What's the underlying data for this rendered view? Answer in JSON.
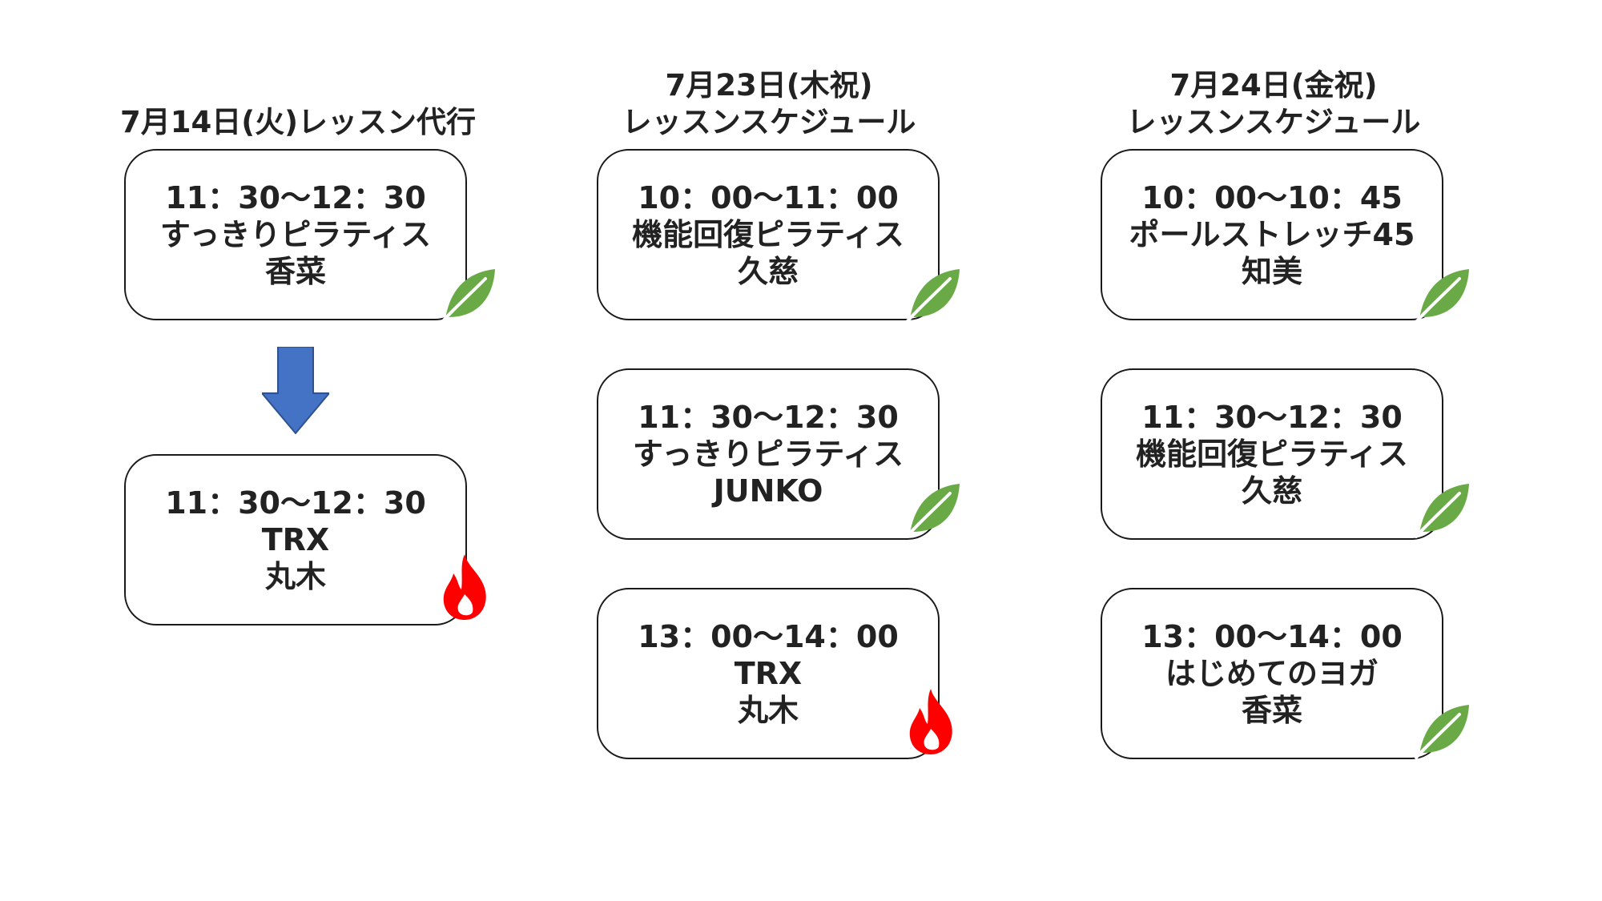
{
  "columns": [
    {
      "heading": [
        "7月14日(火)レッスン代行"
      ],
      "cards": [
        {
          "time": "11：30～12：30",
          "lesson": "すっきりピラティス",
          "instructor": "香菜",
          "icon": "leaf-icon"
        },
        {
          "time": "11：30～12：30",
          "lesson": "TRX",
          "instructor": "丸木",
          "icon": "flame-icon"
        }
      ],
      "arrow": "down-arrow-icon"
    },
    {
      "heading": [
        "7月23日(木祝)",
        "レッスンスケジュール"
      ],
      "cards": [
        {
          "time": "10：00～11：00",
          "lesson": "機能回復ピラティス",
          "instructor": "久慈",
          "icon": "leaf-icon"
        },
        {
          "time": "11：30～12：30",
          "lesson": "すっきりピラティス",
          "instructor": "JUNKO",
          "icon": "leaf-icon"
        },
        {
          "time": "13：00～14：00",
          "lesson": "TRX",
          "instructor": "丸木",
          "icon": "flame-icon"
        }
      ]
    },
    {
      "heading": [
        "7月24日(金祝)",
        "レッスンスケジュール"
      ],
      "cards": [
        {
          "time": "10：00～10：45",
          "lesson": "ポールストレッチ45",
          "instructor": "知美",
          "icon": "leaf-icon"
        },
        {
          "time": "11：30～12：30",
          "lesson": "機能回復ピラティス",
          "instructor": "久慈",
          "icon": "leaf-icon"
        },
        {
          "time": "13：00～14：00",
          "lesson": "はじめてのヨガ",
          "instructor": "香菜",
          "icon": "leaf-icon"
        }
      ]
    }
  ],
  "colors": {
    "leaf": "#6aaa46",
    "flame": "#ff0000",
    "arrow": "#4472c4",
    "border": "#1a1a1a"
  }
}
